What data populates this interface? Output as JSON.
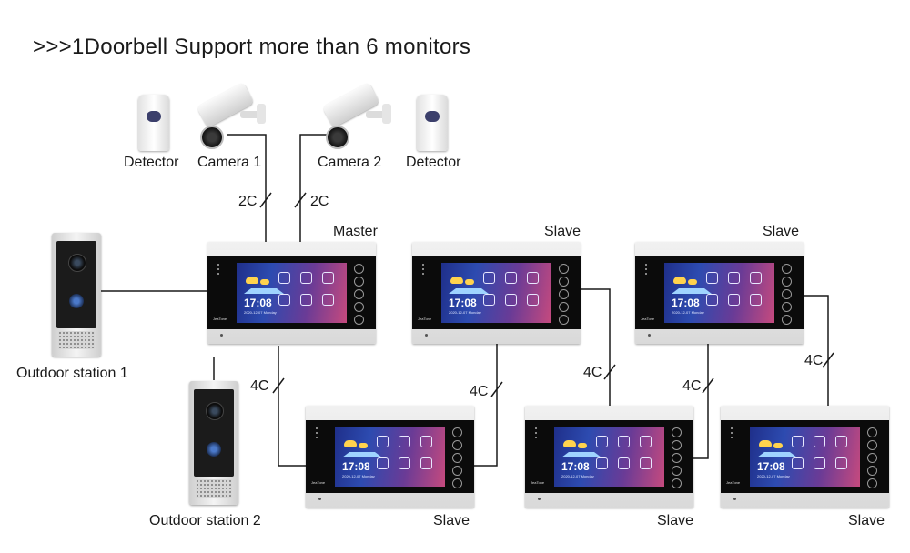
{
  "title": ">>>1Doorbell Support more than 6 monitors",
  "labels": {
    "detector_left": "Detector",
    "camera1": "Camera 1",
    "camera2": "Camera 2",
    "detector_right": "Detector",
    "master": "Master",
    "slave": "Slave",
    "outdoor1": "Outdoor station 1",
    "outdoor2": "Outdoor station 2"
  },
  "wires": {
    "two_core": "2C",
    "four_core": "4C"
  },
  "monitor_screen": {
    "time": "17:08",
    "date": "2020-12-07 Monday",
    "brand": "JeaTone"
  },
  "colors": {
    "wire": "#1a1a1a",
    "screen_start": "#1f2f8a",
    "screen_end": "#c64a7e"
  }
}
